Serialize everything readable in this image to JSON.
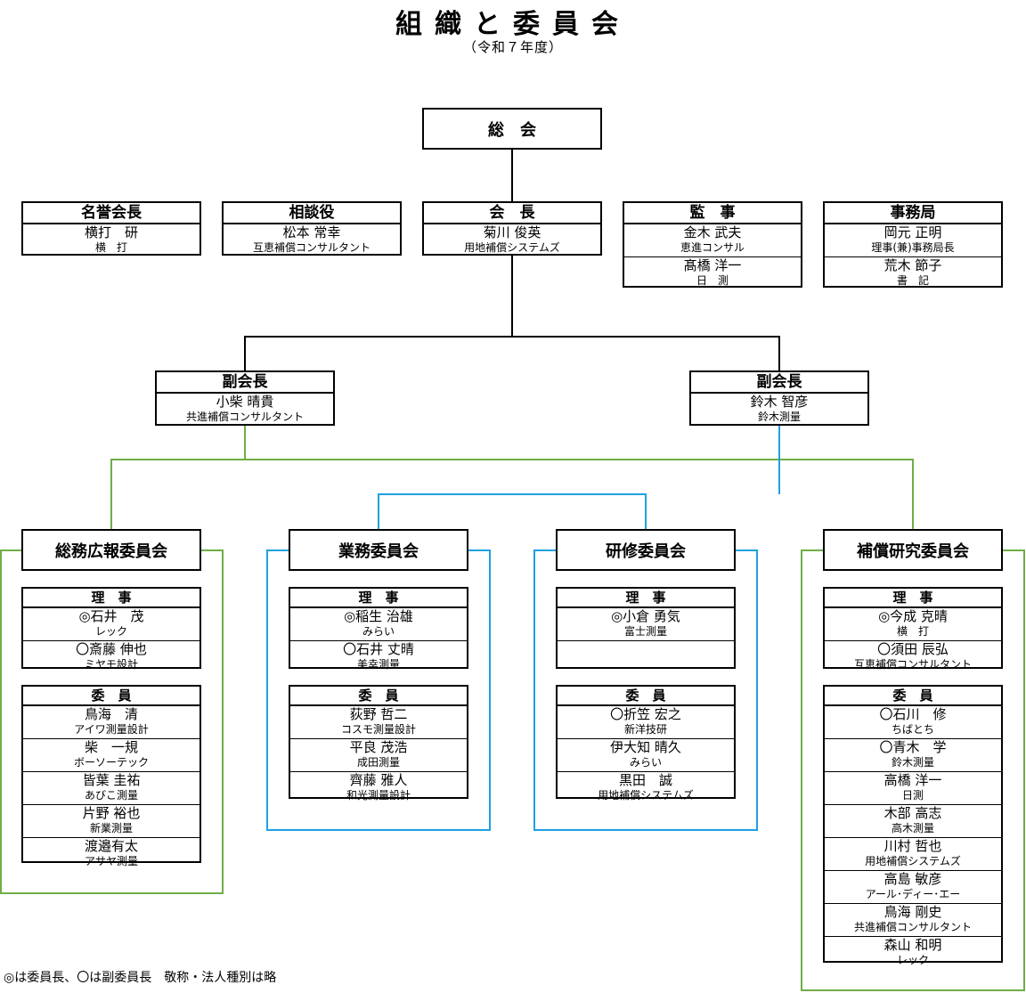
{
  "title": "組織と委員会",
  "subtitle": "（令和７年度）",
  "general_meeting": "総　会",
  "top_row": [
    {
      "header": "名誉会長",
      "members": [
        {
          "name": "横打　研",
          "affil": "横　打"
        }
      ]
    },
    {
      "header": "相談役",
      "members": [
        {
          "name": "松本 常幸",
          "affil": "互恵補償コンサルタント"
        }
      ]
    },
    {
      "header": "会　長",
      "members": [
        {
          "name": "菊川 俊英",
          "affil": "用地補償システムズ"
        }
      ]
    },
    {
      "header": "監　事",
      "members": [
        {
          "name": "金木 武夫",
          "affil": "恵進コンサル"
        },
        {
          "name": "髙橋 洋一",
          "affil": "日　測"
        }
      ]
    },
    {
      "header": "事務局",
      "members": [
        {
          "name": "岡元 正明",
          "affil": "理事(兼)事務局長"
        },
        {
          "name": "荒木 節子",
          "affil": "書　記"
        }
      ]
    }
  ],
  "vice_presidents": [
    {
      "header": "副会長",
      "name": "小柴 晴貴",
      "affil": "共進補償コンサルタント"
    },
    {
      "header": "副会長",
      "name": "鈴木 智彦",
      "affil": "鈴木測量"
    }
  ],
  "committees": [
    {
      "name": "総務広報委員会",
      "directors_header": "理　事",
      "directors": [
        {
          "name": "◎石井　茂",
          "affil": "レック"
        },
        {
          "name": "〇斎藤 伸也",
          "affil": "ミヤモ設計"
        }
      ],
      "members_header": "委　員",
      "members": [
        {
          "name": "鳥海　清",
          "affil": "アイワ測量設計"
        },
        {
          "name": "柴　一規",
          "affil": "ボーソーテック"
        },
        {
          "name": "皆葉 圭祐",
          "affil": "あびこ測量"
        },
        {
          "name": "片野 裕也",
          "affil": "新業測量"
        },
        {
          "name": "渡邉有太",
          "affil": "アサヤ測量"
        }
      ]
    },
    {
      "name": "業務委員会",
      "directors_header": "理　事",
      "directors": [
        {
          "name": "◎稲生 治雄",
          "affil": "みらい"
        },
        {
          "name": "〇石井 丈晴",
          "affil": "美幸測量"
        }
      ],
      "members_header": "委　員",
      "members": [
        {
          "name": "荻野 哲二",
          "affil": "コスモ測量設計"
        },
        {
          "name": "平良 茂浩",
          "affil": "成田測量"
        },
        {
          "name": "齊藤 雅人",
          "affil": "和光測量設計"
        }
      ]
    },
    {
      "name": "研修委員会",
      "directors_header": "理　事",
      "directors": [
        {
          "name": "◎小倉 勇気",
          "affil": "富士測量"
        },
        {
          "name": "",
          "affil": ""
        }
      ],
      "members_header": "委　員",
      "members": [
        {
          "name": "〇折笠 宏之",
          "affil": "新洋技研"
        },
        {
          "name": "伊大知 晴久",
          "affil": "みらい"
        },
        {
          "name": "黒田　誠",
          "affil": "用地補償システムズ"
        }
      ]
    },
    {
      "name": "補償研究委員会",
      "directors_header": "理　事",
      "directors": [
        {
          "name": "◎今成 克晴",
          "affil": "横　打"
        },
        {
          "name": "〇須田 辰弘",
          "affil": "互恵補償コンサルタント"
        }
      ],
      "members_header": "委　員",
      "members": [
        {
          "name": "〇石川　修",
          "affil": "ちばとち"
        },
        {
          "name": "〇青木　学",
          "affil": "鈴木測量"
        },
        {
          "name": "高橋 洋一",
          "affil": "日測"
        },
        {
          "name": "木部 高志",
          "affil": "高木測量"
        },
        {
          "name": "川村 哲也",
          "affil": "用地補償システムズ"
        },
        {
          "name": "高島 敏彦",
          "affil": "アール･ディー･エー"
        },
        {
          "name": "鳥海 剛史",
          "affil": "共進補償コンサルタント"
        },
        {
          "name": "森山 和明",
          "affil": "レック"
        }
      ]
    }
  ],
  "note": "◎は委員長、〇は副委員長　敬称・法人種別は略",
  "colors": {
    "line": "#000000",
    "green": "#70AD47",
    "blue": "#1FA1E0"
  }
}
